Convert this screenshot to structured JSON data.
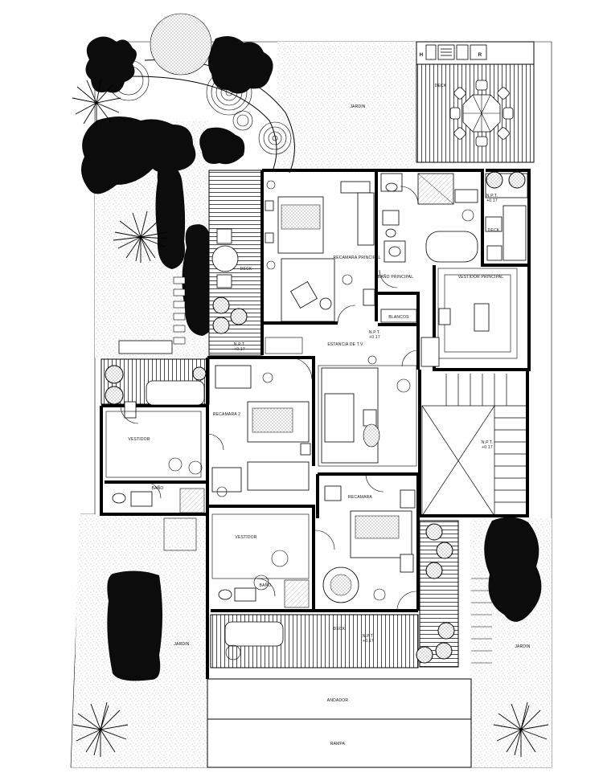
{
  "labels": {
    "jardin": "JARDIN",
    "deck": "DECK",
    "recamara_principal": "RECAMARA PRINCIPAL",
    "bano_principal": "BAÑO PRINCIPAL",
    "vestidor_principal": "VESTIDOR PRINCIPAL",
    "blancos": "BLANCOS",
    "estancia_tv": "ESTANCIA DE T.V.",
    "recamara_2": "RECAMARA 2",
    "recamara": "RECAMARA",
    "vestidor": "VESTIDOR",
    "bano": "BAÑO",
    "andador": "ANDADOR",
    "rampa": "RAMPA",
    "npt": "N.P.T.",
    "npt_value": "+0.17",
    "h": "H",
    "r": "R"
  },
  "colors": {
    "ink": "#000000",
    "paper": "#ffffff"
  }
}
